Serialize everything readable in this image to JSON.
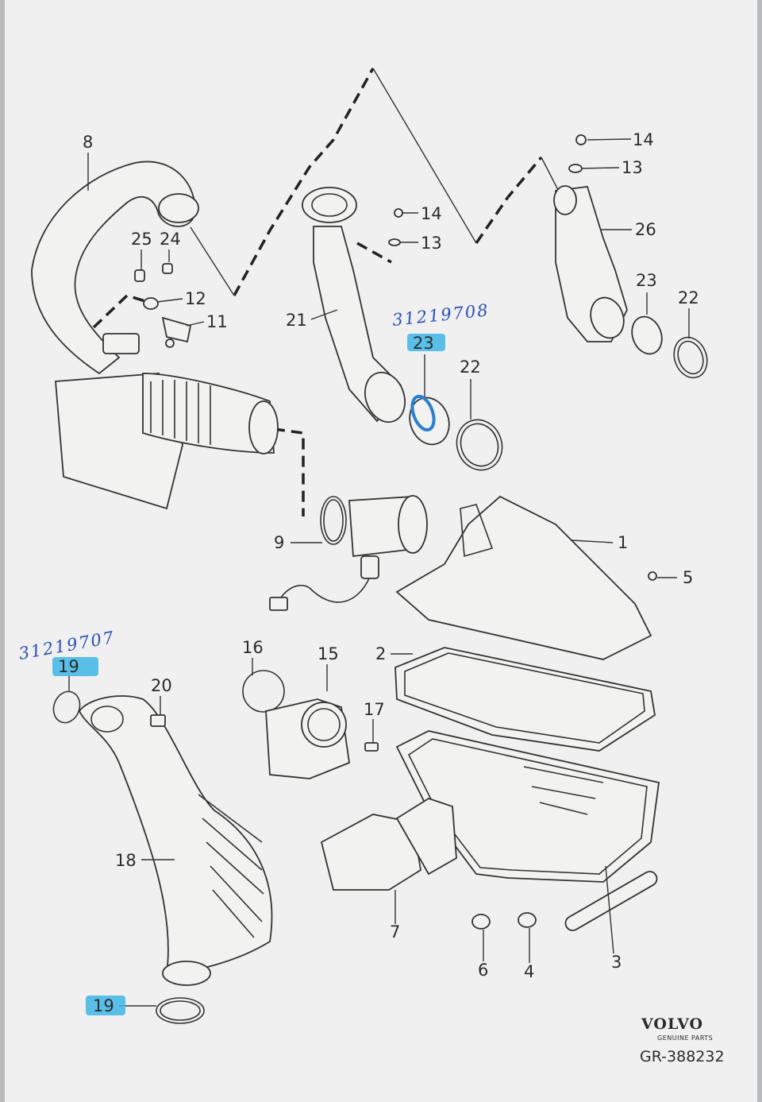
{
  "callouts": {
    "c1": "1",
    "c2": "2",
    "c3": "3",
    "c4": "4",
    "c5": "5",
    "c6": "6",
    "c7": "7",
    "c8": "8",
    "c9": "9",
    "c11": "11",
    "c12": "12",
    "c13a": "13",
    "c13b": "13",
    "c14a": "14",
    "c14b": "14",
    "c15": "15",
    "c16": "16",
    "c17": "17",
    "c18": "18",
    "c19a": "19",
    "c19b": "19",
    "c20": "20",
    "c21": "21",
    "c22a": "22",
    "c22b": "22",
    "c23a": "23",
    "c23b": "23",
    "c24": "24",
    "c25": "25",
    "c26": "26"
  },
  "handwritten": {
    "part_number_top": "31219708",
    "part_number_left": "31219707"
  },
  "highlight_color": "#3fb6e6",
  "brand": {
    "logo": "VOLVO",
    "subtitle": "GENUINE PARTS",
    "reference": "GR-388232"
  }
}
